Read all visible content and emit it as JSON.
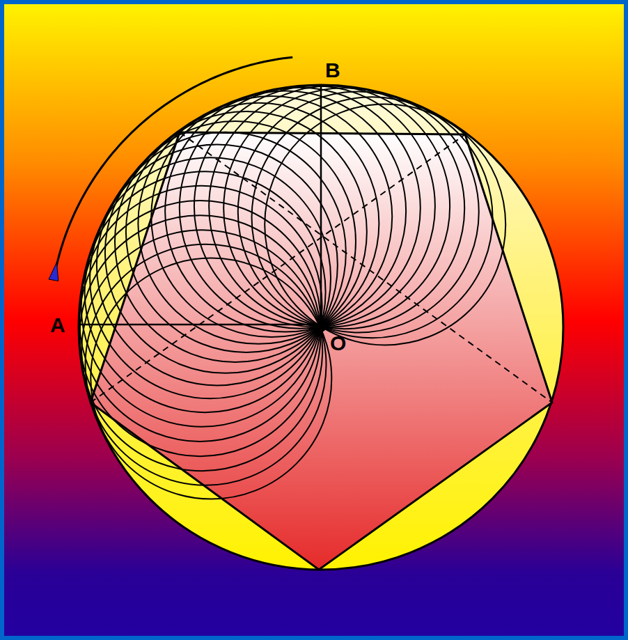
{
  "diagram": {
    "labels": [
      "B",
      "A",
      "O"
    ]
  }
}
